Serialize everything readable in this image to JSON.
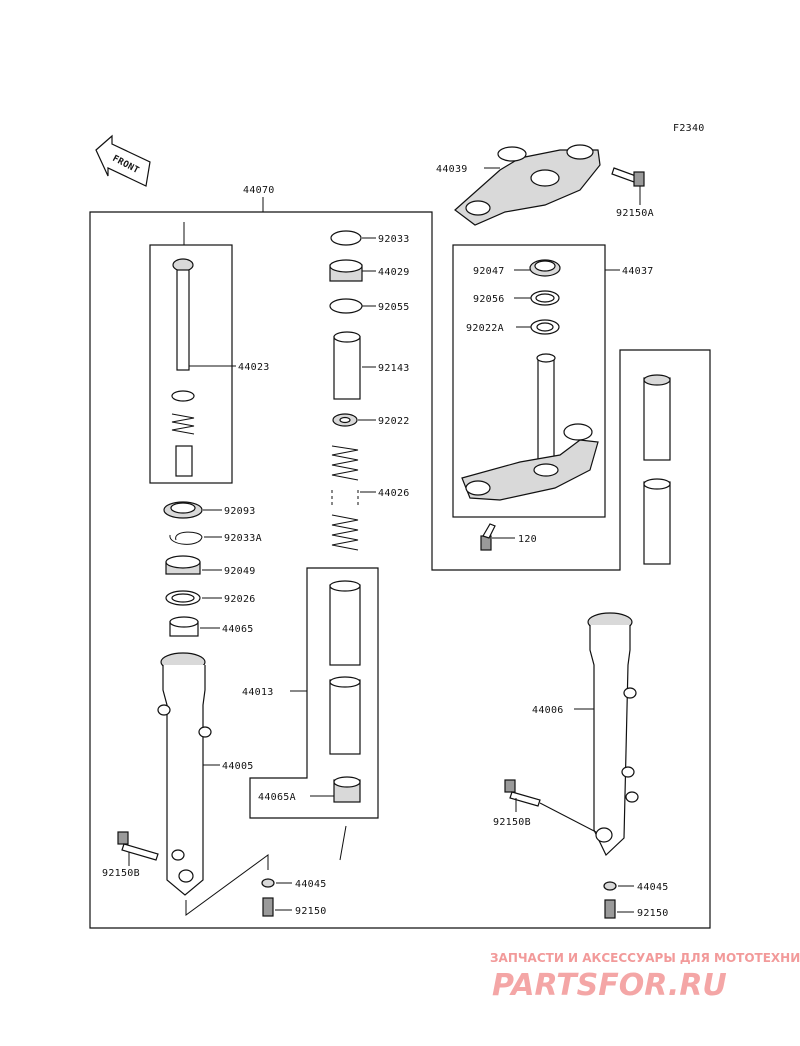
{
  "figure_code": "F2340",
  "front_label": "FRONT",
  "labels": {
    "p44070": "44070",
    "p44039": "44039",
    "p92150A": "92150A",
    "p44037": "44037",
    "p92047": "92047",
    "p92056": "92056",
    "p92022A": "92022A",
    "p120": "120",
    "p92033": "92033",
    "p44029": "44029",
    "p92055": "92055",
    "p92143": "92143",
    "p92022": "92022",
    "p44026": "44026",
    "p44023": "44023",
    "p92093": "92093",
    "p92033A": "92033A",
    "p92049": "92049",
    "p92026": "92026",
    "p44065": "44065",
    "p44013": "44013",
    "p44065A": "44065A",
    "p44005": "44005",
    "p92150B_left": "92150B",
    "p44045_mid": "44045",
    "p92150_mid": "92150",
    "p44006": "44006",
    "p92150B_right": "92150B",
    "p44045_right": "44045",
    "p92150_right": "92150"
  },
  "watermark": {
    "caption": "ЗАПЧАСТИ И АКСЕССУАРЫ ДЛЯ МОТОТЕХНИКИ",
    "brand": "PARTSFOR.RU",
    "color": "#f29a9a"
  }
}
